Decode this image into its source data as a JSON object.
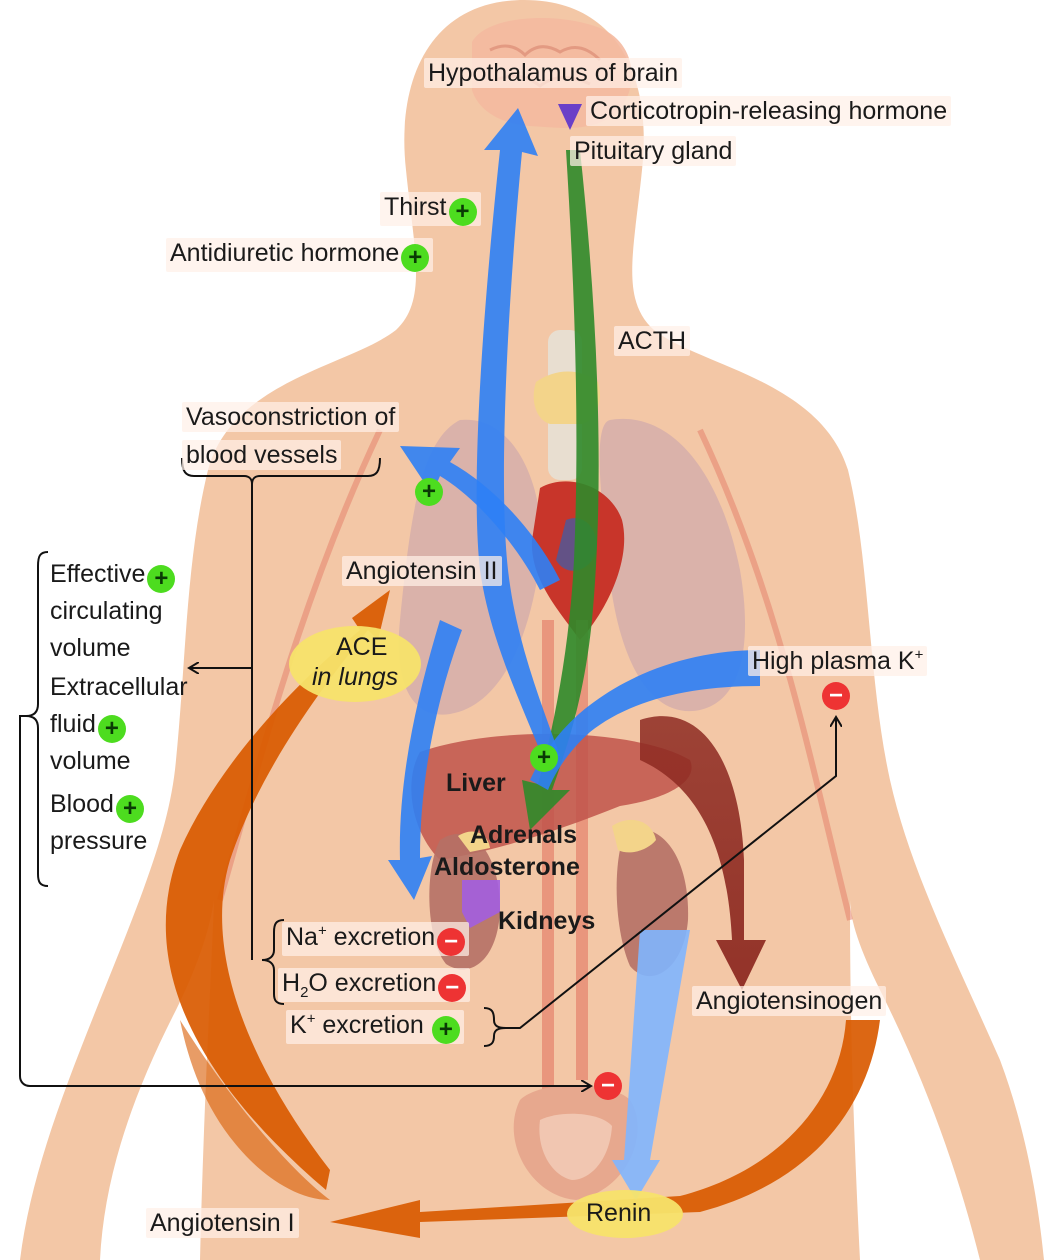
{
  "labels": {
    "hypothalamus": "Hypothalamus of brain",
    "crh": "Corticotropin-releasing hormone",
    "pituitary": "Pituitary gland",
    "thirst": "Thirst",
    "adh": "Antidiuretic hormone",
    "acth": "ACTH",
    "vaso_line1": "Vasoconstriction of",
    "vaso_line2": "blood vessels",
    "angiotensin2": "Angiotensin II",
    "ace_line1": "ACE",
    "ace_line2": "in lungs",
    "high_k": "High plasma K",
    "high_k_sup": "+",
    "liver": "Liver",
    "adrenals": "Adrenals",
    "aldosterone": "Aldosterone",
    "kidneys": "Kidneys",
    "na_main": "Na",
    "na_sup": "+",
    "na_tail": " excretion",
    "h2o_h": "H",
    "h2o_sub": "2",
    "h2o_tail": "O excretion",
    "k_main": "K",
    "k_sup": "+",
    "k_tail": " excretion",
    "angiotensinogen": "Angiotensinogen",
    "angiotensin1": "Angiotensin I",
    "renin": "Renin",
    "effective_line1": "Effective",
    "effective_line2": "circulating",
    "effective_line3": "volume",
    "ecf_line1": "Extracellular",
    "ecf_line2": "fluid",
    "ecf_line3": "volume",
    "bp_line1": "Blood",
    "bp_line2": "pressure"
  },
  "symbols": {
    "plus": "+",
    "minus": "−"
  },
  "colors": {
    "skin": "#f3c7a6",
    "blue_arrow": "#2d7ff5",
    "green_arrow": "#2f8a2a",
    "orange_arrow": "#d95a00",
    "maroon_arrow": "#8e2b22",
    "light_blue_arrow": "#7fb5ff",
    "ace_ellipse": "#f7e36a",
    "plus_badge": "#4ddc1f",
    "minus_badge": "#ee3333"
  }
}
